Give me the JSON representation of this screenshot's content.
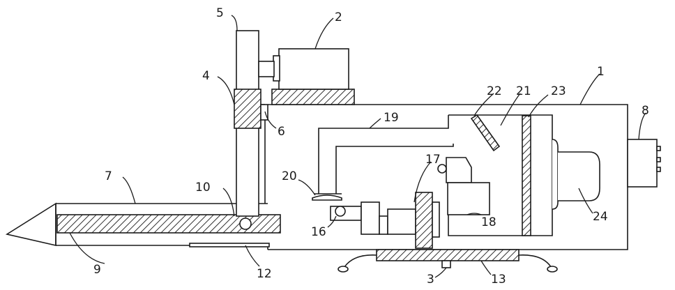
{
  "labels": {
    "l1": "1",
    "l2": "2",
    "l3": "3",
    "l4": "4",
    "l5": "5",
    "l6": "6",
    "l7": "7",
    "l8": "8",
    "l9": "9",
    "l10": "10",
    "l12": "12",
    "l13": "13",
    "l16": "16",
    "l17": "17",
    "l18": "18",
    "l19": "19",
    "l20": "20",
    "l21": "21",
    "l22": "22",
    "l23": "23",
    "l24": "24"
  }
}
